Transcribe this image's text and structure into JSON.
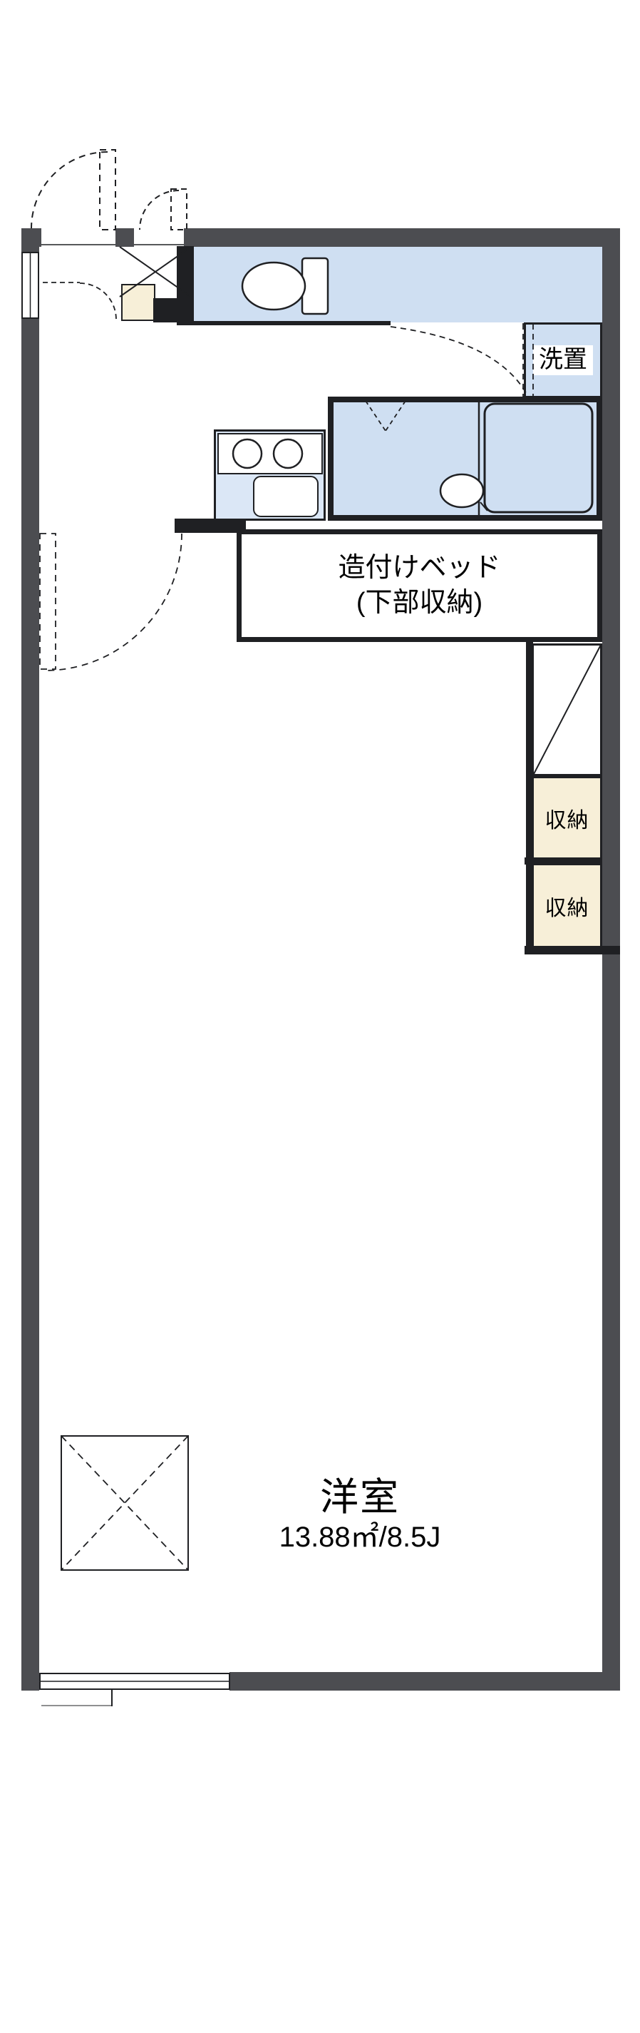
{
  "rooms": {
    "laundry": {
      "label": "洗置"
    },
    "bed": {
      "line1": "造付けベッド",
      "line2": "(下部収納)"
    },
    "main": {
      "name": "洋室",
      "area": "13.88㎡/8.5J"
    },
    "storage": [
      {
        "label": "収納"
      },
      {
        "label": "収納"
      }
    ]
  },
  "colors": {
    "outer_wall": "#4c4d51",
    "inner_wall": "#1f2023",
    "water_room_fill": "#cfdff2",
    "storage_fill": "#f7efd8",
    "background": "#ffffff"
  }
}
